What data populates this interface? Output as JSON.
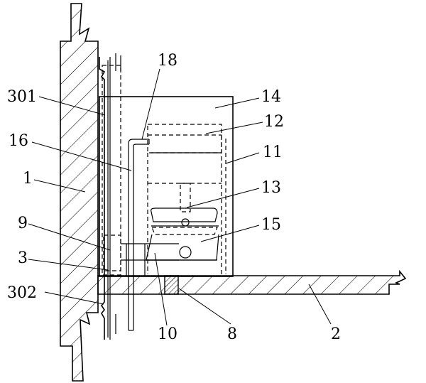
{
  "diagram": {
    "callouts": {
      "c18": "18",
      "c301": "301",
      "c14": "14",
      "c12": "12",
      "c16": "16",
      "c11": "11",
      "c1": "1",
      "c13": "13",
      "c9": "9",
      "c15": "15",
      "c3": "3",
      "c302": "302",
      "c10": "10",
      "c8": "8",
      "c2": "2"
    }
  }
}
